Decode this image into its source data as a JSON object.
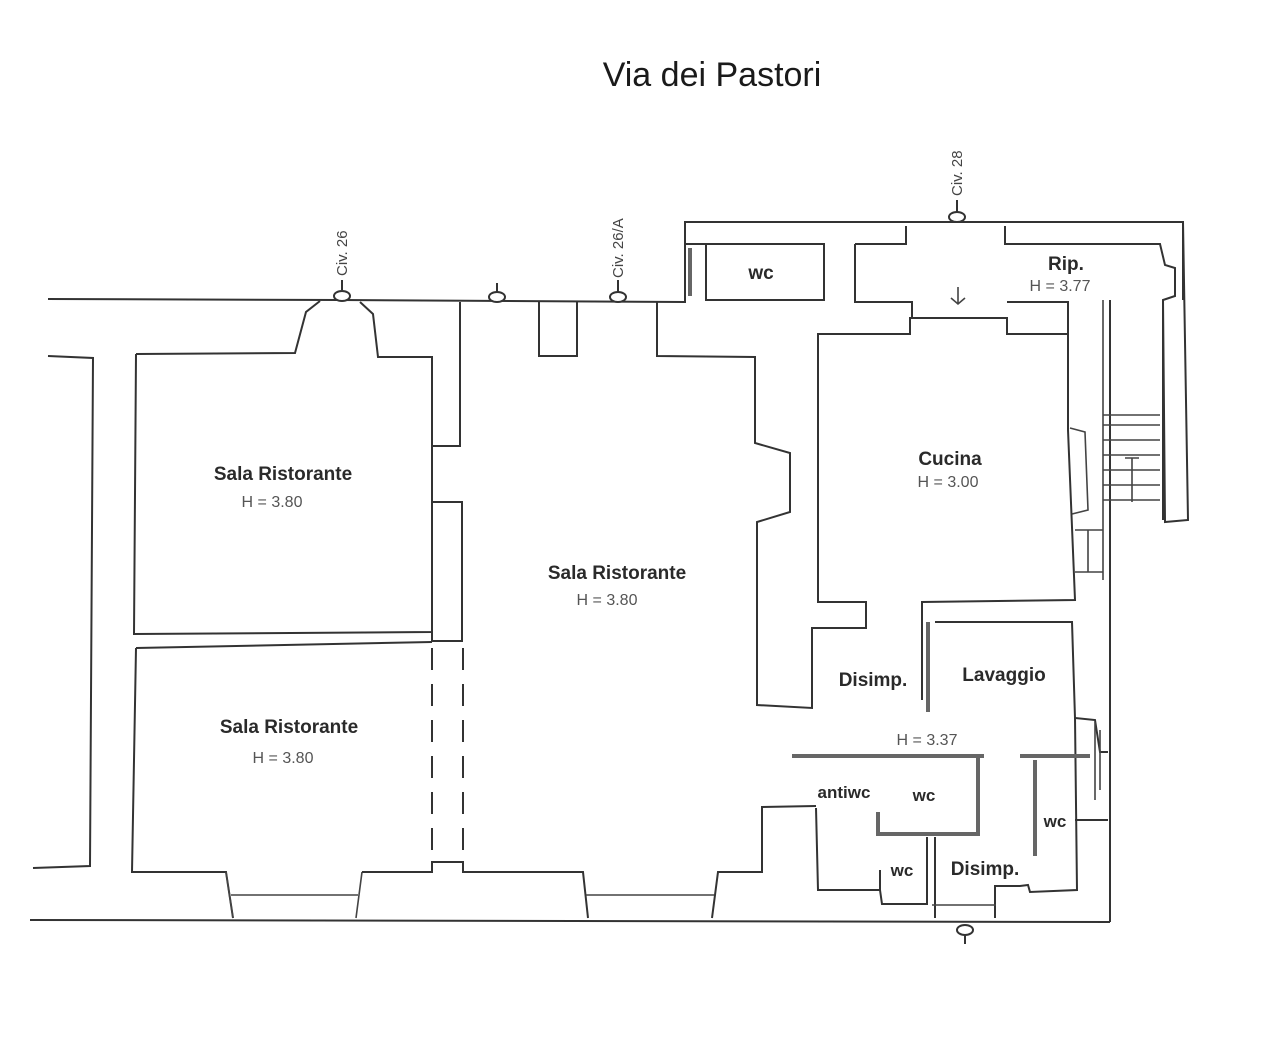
{
  "title": "Via dei Pastori",
  "entrances": [
    {
      "label": "Civ. 26"
    },
    {
      "label": "Civ. 26/A"
    },
    {
      "label": "Civ. 28"
    }
  ],
  "rooms": [
    {
      "name": "Sala Ristorante",
      "height": "H = 3.80"
    },
    {
      "name": "Sala Ristorante",
      "height": "H = 3.80"
    },
    {
      "name": "Sala Ristorante",
      "height": "H = 3.80"
    },
    {
      "name": "Cucina",
      "height": "H = 3.00"
    },
    {
      "name": "Rip.",
      "height": "H = 3.77"
    },
    {
      "name": "wc"
    },
    {
      "name": "Disimp."
    },
    {
      "name": "Lavaggio"
    },
    {
      "name": "antiwc"
    },
    {
      "name": "wc"
    },
    {
      "name": "wc"
    },
    {
      "name": "wc"
    },
    {
      "name": "Disimp."
    }
  ],
  "service_area_height": "H = 3.37"
}
